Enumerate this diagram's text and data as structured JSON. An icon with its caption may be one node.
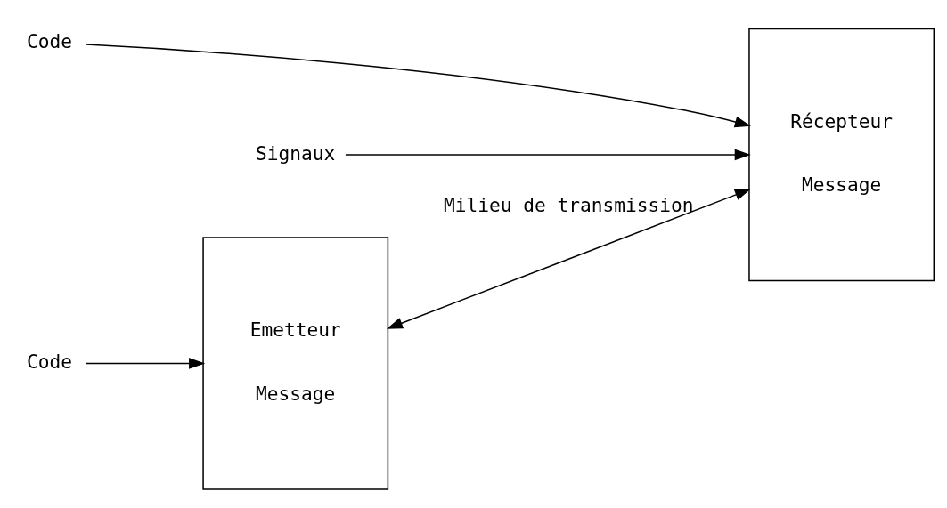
{
  "diagram": {
    "nodes": [
      {
        "text": [
          "Emetteur",
          "Message"
        ]
      },
      {
        "text": [
          "Récepteur",
          "Message"
        ]
      },
      {
        "text": [
          "Code"
        ]
      },
      {
        "text": [
          "Code"
        ]
      },
      {
        "text": [
          "Signaux"
        ]
      }
    ],
    "edges": [
      {
        "from": 2,
        "to": 0,
        "arrow": "to"
      },
      {
        "from": 3,
        "to": 1,
        "arrow": "to"
      },
      {
        "from": 4,
        "to": 1,
        "arrow": "to"
      },
      {
        "from": 0,
        "to": 1,
        "arrow": "both",
        "label": "Milieu de transmission"
      }
    ]
  }
}
